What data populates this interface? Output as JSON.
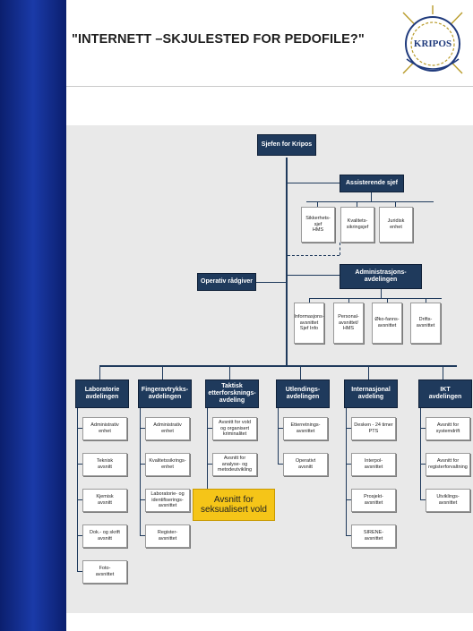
{
  "slide": {
    "title": "\"INTERNETT –SKJULESTED FOR PEDOFILE?\"",
    "logo_text": "KRIPOS"
  },
  "org": {
    "chief": "Sjefen for Kripos",
    "assistant_chief": "Assisterende sjef",
    "assistant_units": [
      "Sikkerhets-\nsjef\nHMS",
      "Kvalitets-\nsikringsjef",
      "Juridisk\nenhet"
    ],
    "advisor": "Operativ rådgiver",
    "admin": "Administrasjons-\navdelingen",
    "admin_units": [
      "Informasjons-\navsnittet\nSjef Info",
      "Personal-\navsnittet/\nHMS",
      "Øko-fanns-\navsnittet",
      "Drifts-\navsnittet"
    ],
    "departments": [
      {
        "name": "Laboratorie\navdelingen",
        "units": [
          "Administrativ\nenhet",
          "Teknisk\navsnitt",
          "Kjemisk\navsnitt",
          "Dok.- og skrift\navsnitt",
          "Foto-\navsnittet"
        ]
      },
      {
        "name": "Fingeravtrykks-\navdelingen",
        "units": [
          "Administrativ\nenhet",
          "Kvalitetssikrings-\nenhet",
          "Laboratorie- og\nidentifiserings-\navsnittet",
          "Register-\navsnittet"
        ]
      },
      {
        "name": "Taktisk\netterforsknings-\navdeling",
        "units": [
          "Avsnitt for vold\nog organisert\nkriminalitet",
          "Avsnitt for\nanalyse- og\nmetodeutvikling"
        ],
        "highlight": "Avsnitt for\nseksualisert vold"
      },
      {
        "name": "Utlendings-\navdelingen",
        "units": [
          "Etterretnings-\navsnittet",
          "Operativt\navsnitt"
        ]
      },
      {
        "name": "Internasjonal\navdeling",
        "units": [
          "Desken - 24 timer\nPTS",
          "Interpol-\navsnittet",
          "Prosjekt-\navsnittet",
          "SIRENE-\navsnittet"
        ]
      },
      {
        "name": "IKT\navdelingen",
        "units": [
          "Avsnitt for\nsystemdrift",
          "Avsnitt for\nregisterforvaltning",
          "Utviklings-\navsnittet"
        ]
      }
    ]
  },
  "colors": {
    "frame_blue": "#1a3aa8",
    "box_navy": "#1f3a5c",
    "highlight": "#f5c518"
  }
}
